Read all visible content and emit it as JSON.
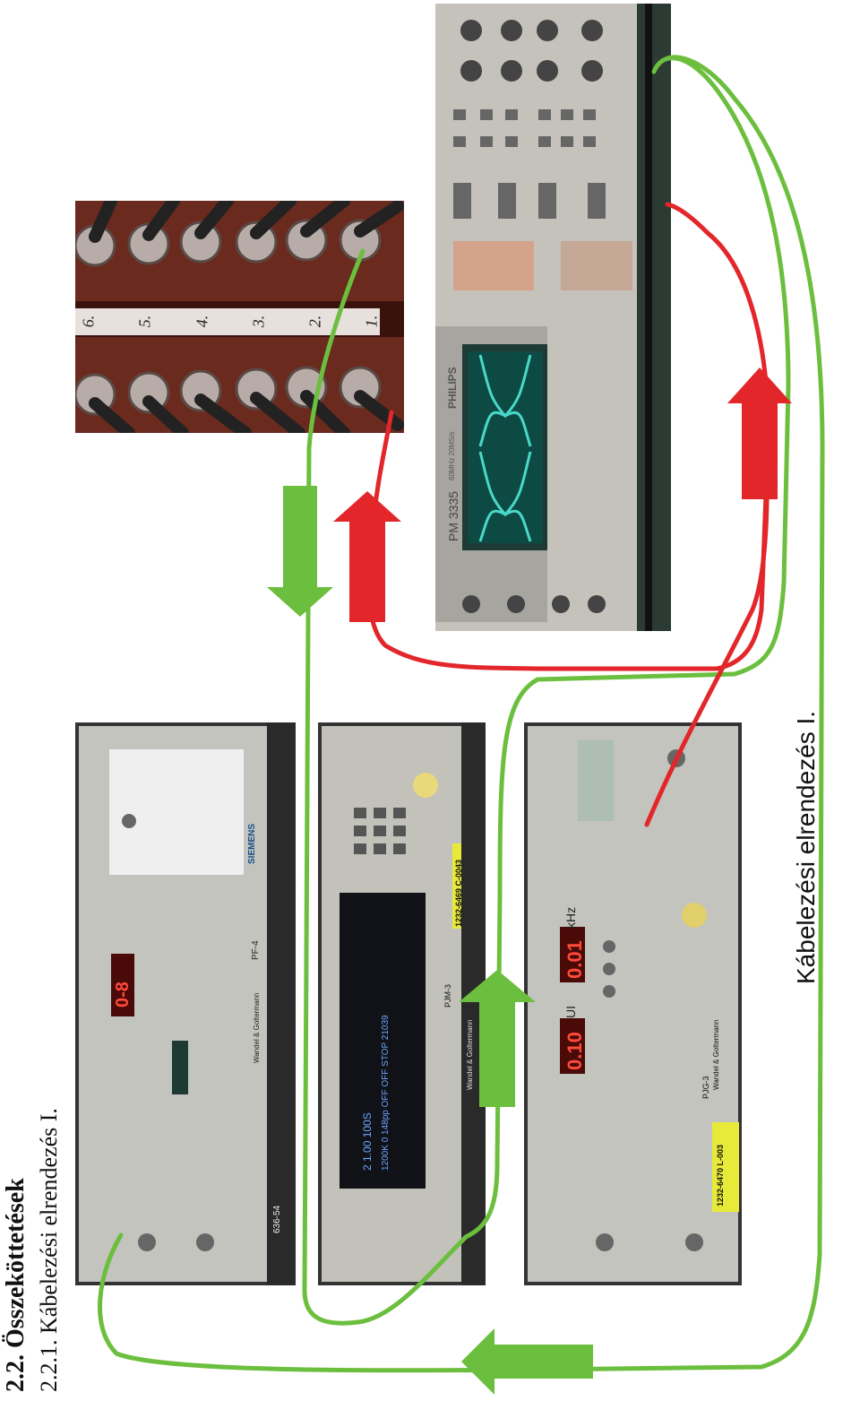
{
  "heading": {
    "section": "2.2. Összeköttetések",
    "subsection": "2.2.1. Kábelezési elrendezés I."
  },
  "caption": "Kábelezési elrendezés I.",
  "connector_labels": [
    "6.",
    "5.",
    "4.",
    "3.",
    "2.",
    "1."
  ],
  "oscilloscope": {
    "brand": "PHILIPS",
    "model": "PM 3335",
    "spec": "60MHz 20MS/s"
  },
  "instrument_pf4": {
    "maker": "Wandel & Goltermann",
    "model": "PF-4",
    "serial": "636-54",
    "display": "0-8",
    "printer_brand": "SIEMENS"
  },
  "instrument_pjm3": {
    "maker": "Wandel & Goltermann",
    "model": "PJM-3",
    "label": "1232-6469 C-0043",
    "screen_row1": "2     1.00   100S",
    "screen_row2": "1200K  0 148pp  OFF  OFF  STOP  21039"
  },
  "instrument_pjg3": {
    "maker": "Wandel & Goltermann",
    "model": "PJG-3",
    "label": "1232-6470 L-003",
    "display_freq": "0.01",
    "display_freq_unit": "kHz",
    "display_ui": "0.10",
    "display_ui_unit": "UI"
  },
  "colors": {
    "green": "#6cbf3e",
    "red": "#e3262a"
  }
}
